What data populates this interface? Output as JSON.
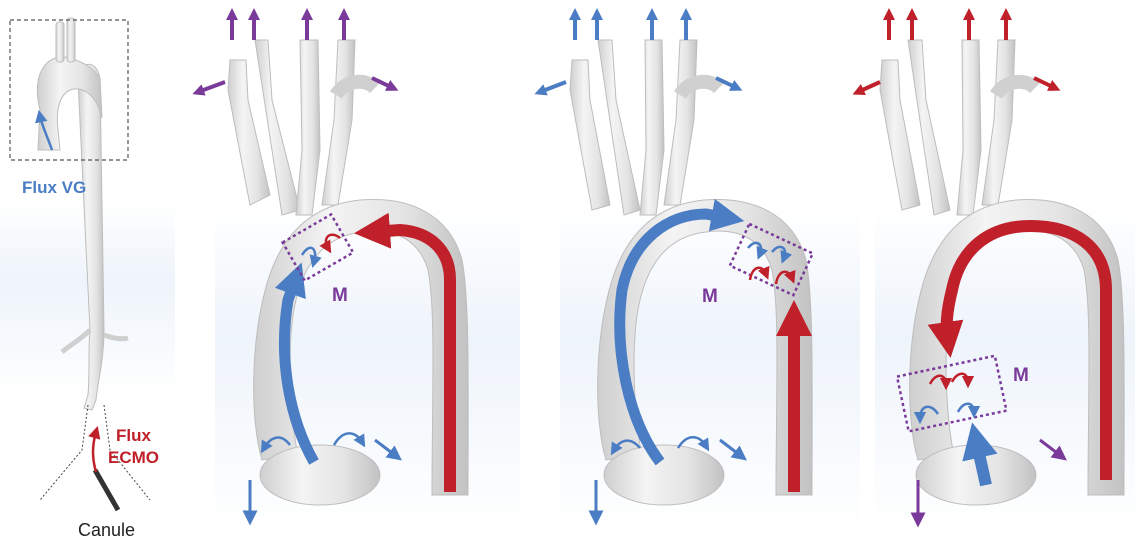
{
  "colors": {
    "lv_flow": "#4a7dc4",
    "ecmo_flow": "#c0202a",
    "mixing": "#7a3a9a",
    "vessel_fill": "#ececec",
    "vessel_stroke": "#bdbdbd",
    "inset_border": "#555555"
  },
  "labels": {
    "flux_vg": "Flux VG",
    "flux_ecmo_line1": "Flux",
    "flux_ecmo_line2": "ECMO",
    "canule": "Canule",
    "mixing_zone": "M"
  },
  "panels": [
    {
      "name": "overview",
      "arrow_colour": "mixed"
    },
    {
      "name": "panel-1",
      "arrow_colour": "purple"
    },
    {
      "name": "panel-2",
      "arrow_colour": "blue"
    },
    {
      "name": "panel-3",
      "arrow_colour": "red"
    }
  ]
}
